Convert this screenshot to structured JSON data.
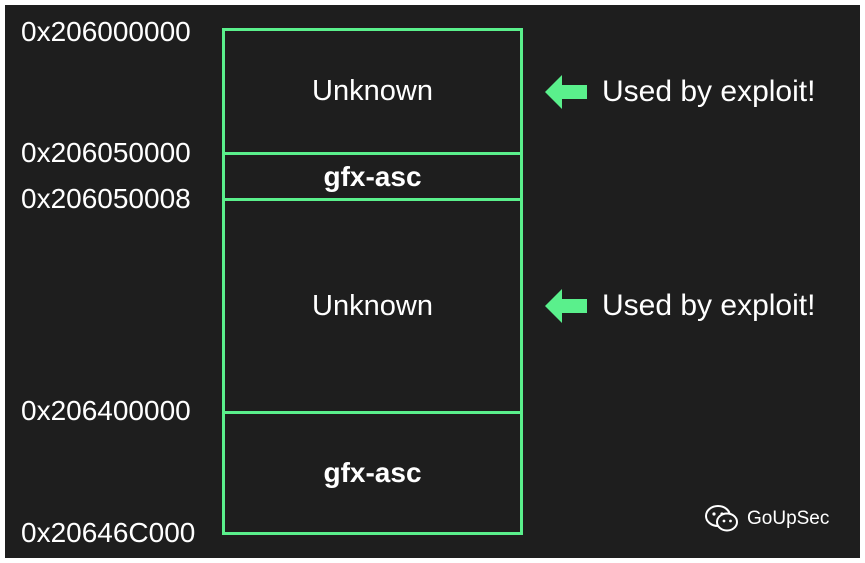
{
  "addresses": [
    "0x206000000",
    "0x206050000",
    "0x206050008",
    "0x206400000",
    "0x20646C000"
  ],
  "segments": [
    {
      "label": "Unknown"
    },
    {
      "label": "gfx-asc"
    },
    {
      "label": "Unknown"
    },
    {
      "label": "gfx-asc"
    }
  ],
  "annotations": [
    {
      "text": "Used by exploit!",
      "icon": "arrow-left-icon"
    },
    {
      "text": "Used by exploit!",
      "icon": "arrow-left-icon"
    }
  ],
  "watermark": {
    "text": "GoUpSec",
    "icon": "wechat-icon"
  },
  "colors": {
    "background": "#1e1e1e",
    "accent": "#5af08c",
    "text": "#ffffff"
  }
}
